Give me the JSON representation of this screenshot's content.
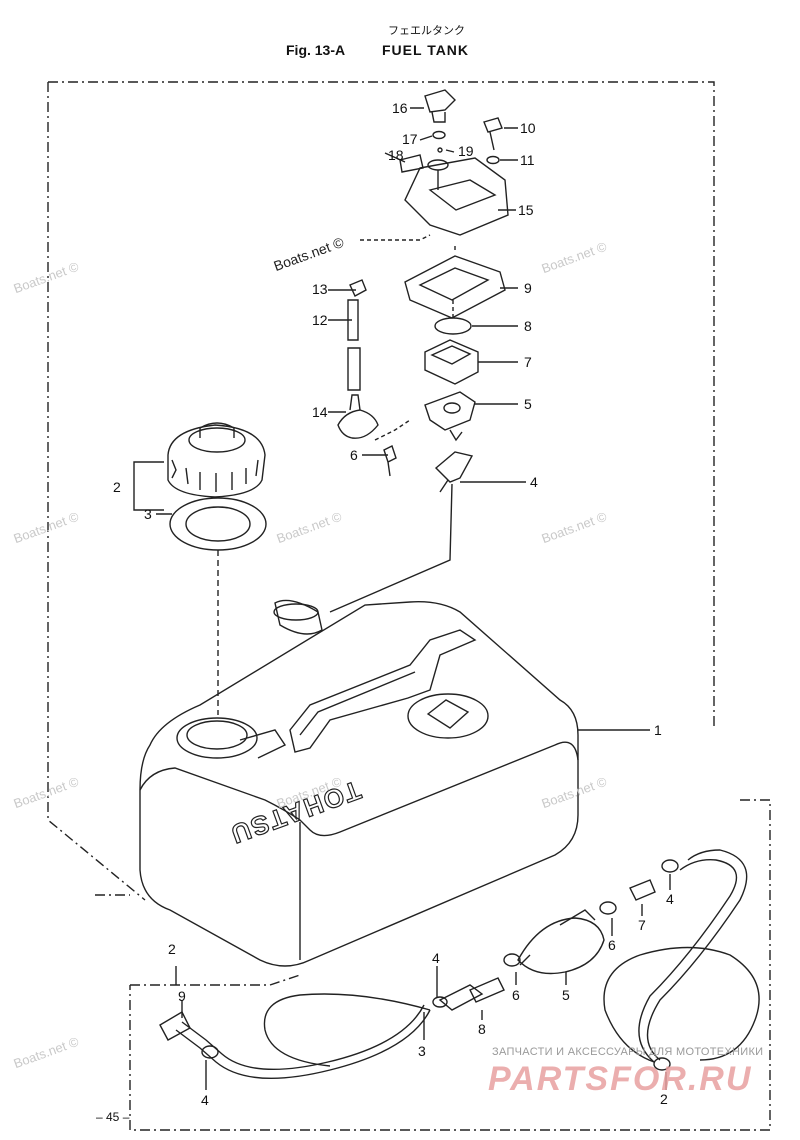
{
  "header": {
    "japanese_title": "フェエルタンク",
    "figure_label": "Fig. 13-A",
    "title": "FUEL TANK"
  },
  "footer": {
    "page_number": "– 45 –"
  },
  "watermarks": {
    "main": "Boats.net ©",
    "repeat": "Boats.net ©",
    "ru_subtitle": "ЗАПЧАСТИ И АКСЕССУАРЫ ДЛЯ МОТОТЕХНИКИ",
    "ru_logo": "PARTSFOR.RU"
  },
  "tank_brand": "TOHATSU",
  "callouts": {
    "c16": "16",
    "c17": "17",
    "c19": "19",
    "c18": "18",
    "c10": "10",
    "c11": "11",
    "c15": "15",
    "c9": "9",
    "c13": "13",
    "c8": "8",
    "c12": "12",
    "c7": "7",
    "c14": "14",
    "c5": "5",
    "c6": "6",
    "c2": "2",
    "c4": "4",
    "c3": "3",
    "c1": "1",
    "h2": "2",
    "h4a": "4",
    "h4b": "4",
    "h7": "7",
    "h6a": "6",
    "h6b": "6",
    "h5": "5",
    "h9": "9",
    "h8": "8",
    "h3": "3",
    "h4c": "4",
    "h2b": "2"
  }
}
